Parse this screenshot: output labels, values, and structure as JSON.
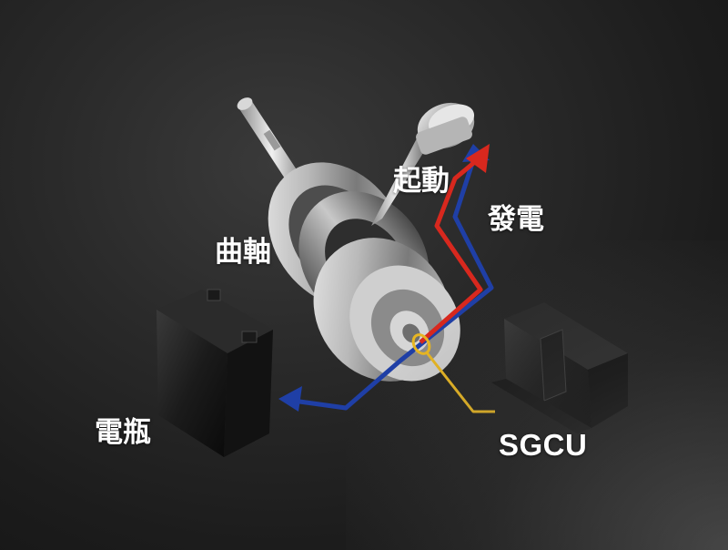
{
  "labels": {
    "start": "起動",
    "generate": "發電",
    "crankshaft": "曲軸",
    "battery": "電瓶",
    "sgcu": "SGCU"
  },
  "colors": {
    "start_arrow": "#d8281e",
    "generate_arrow": "#1f3fa6",
    "sgcu_wire": "#e8b622",
    "label_text": "#ffffff"
  }
}
